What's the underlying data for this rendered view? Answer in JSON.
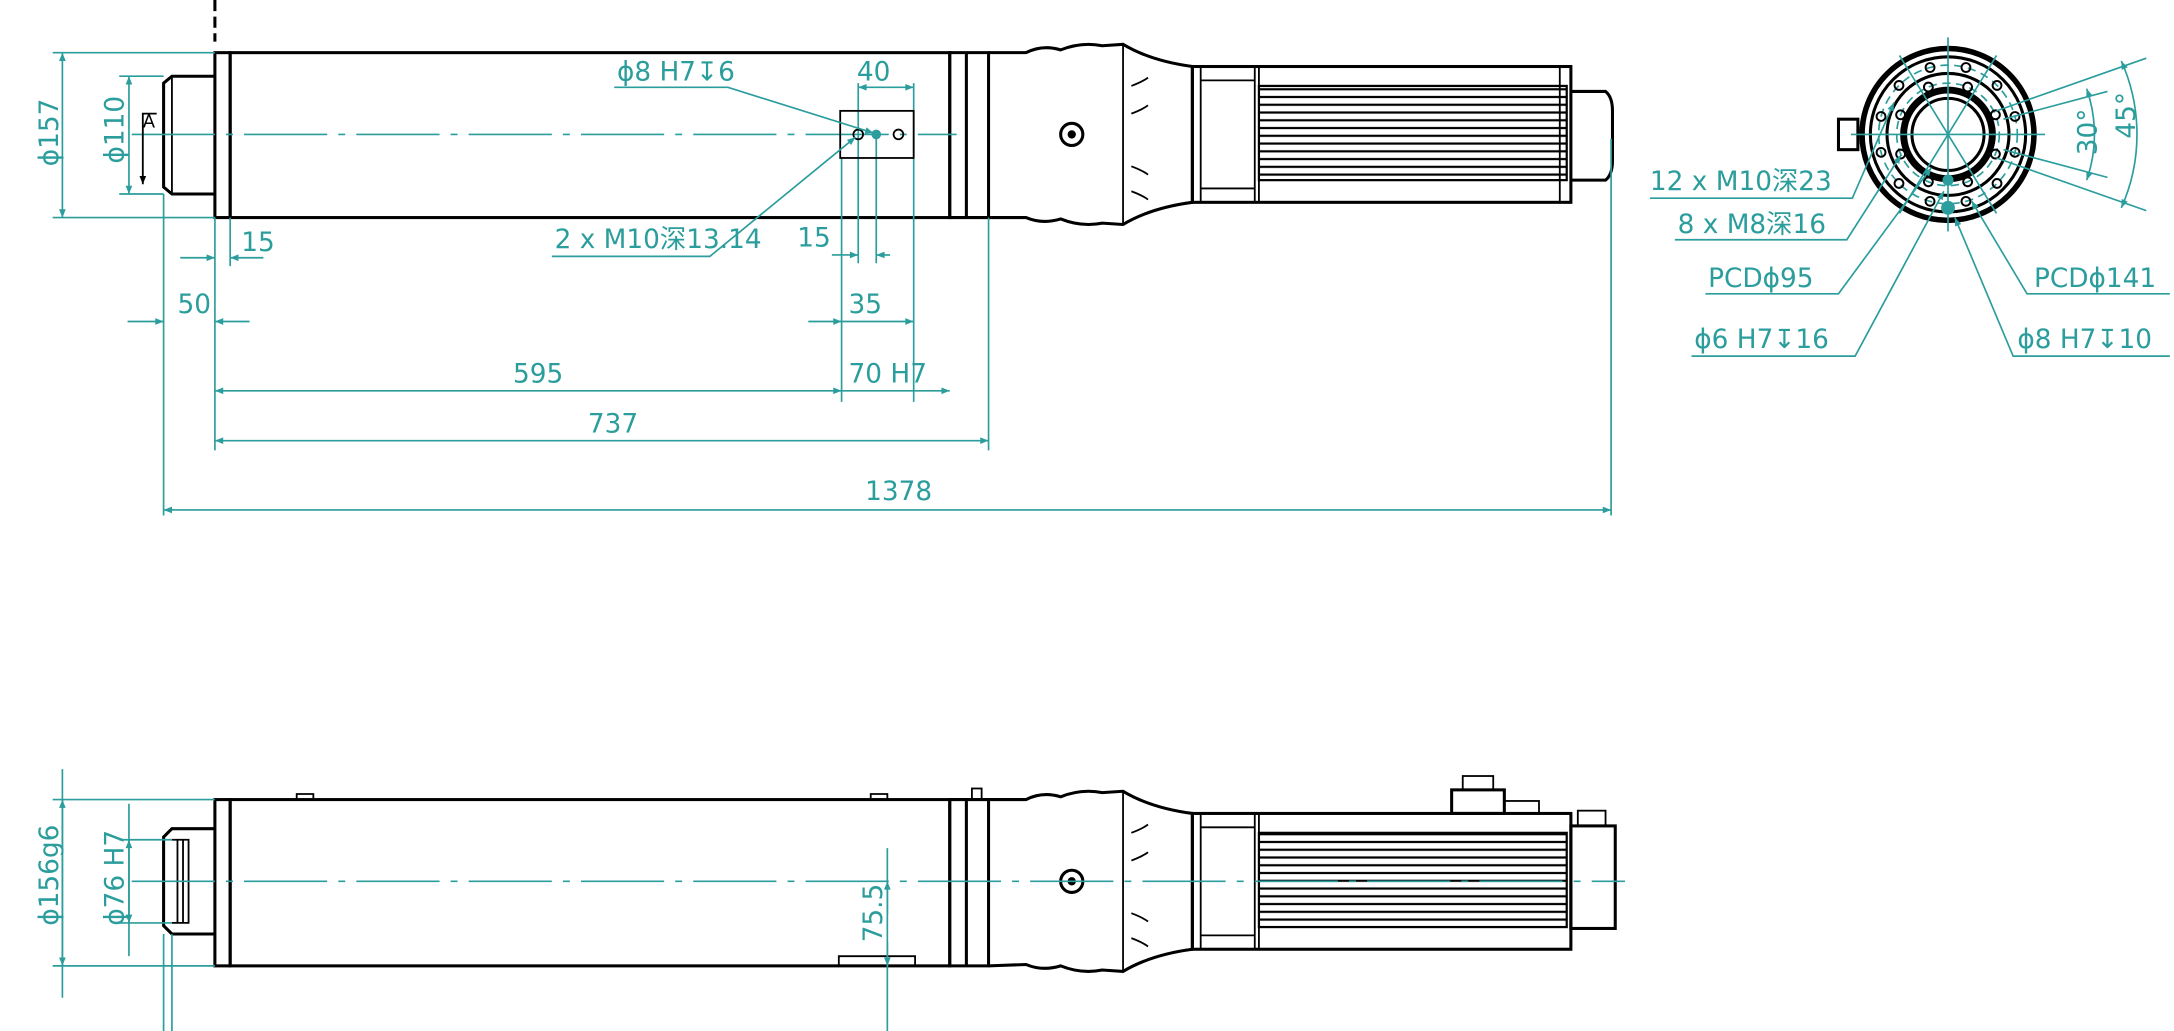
{
  "colors": {
    "dimension": "#2a9d9c",
    "outline": "#000000"
  },
  "top_view": {
    "dia_outer": "ϕ157",
    "dia_inner": "ϕ110",
    "section_mark": "A",
    "pin_hole": "ϕ8 H7↧6",
    "dim_40": "40",
    "tapped_holes": "2 x M10深13.14",
    "dim_15_flange": "15",
    "dim_15_holes": "15",
    "dim_50": "50",
    "dim_35": "35",
    "dim_595": "595",
    "dim_70": "70 H7",
    "dim_737": "737",
    "dim_1378": "1378"
  },
  "end_view": {
    "holes_outer": "12 x M10深23",
    "holes_inner": "8 x M8深16",
    "pcd_inner": "PCDϕ95",
    "pcd_outer": "PCDϕ141",
    "pin_6": "ϕ6 H7↧16",
    "pin_8": "ϕ8 H7↧10",
    "angle_30": "30°",
    "angle_45": "45°"
  },
  "side_view": {
    "dia_outer": "ϕ156g6",
    "dia_bore": "ϕ76 H7",
    "offset": "75.5"
  }
}
